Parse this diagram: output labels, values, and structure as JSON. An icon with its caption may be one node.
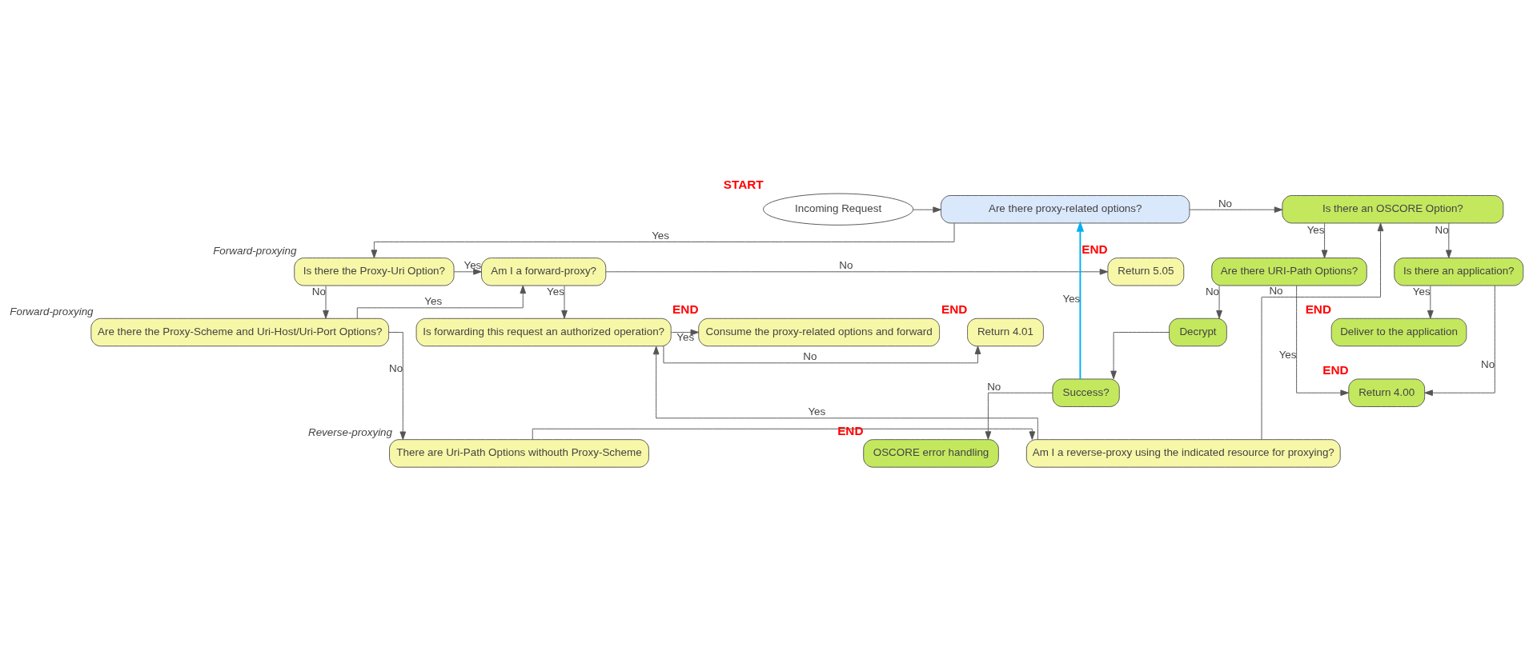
{
  "diagram": {
    "nodes": [
      {
        "text": [
          "Incoming Request"
        ],
        "beside": [
          "START"
        ]
      },
      {
        "text": [
          "Are there proxy-related options?"
        ]
      },
      {
        "text": [
          "Is there the Proxy-Uri Option?"
        ],
        "beside": [
          "Forward-proxying"
        ]
      },
      {
        "text": [
          "Am I a forward-proxy?"
        ]
      },
      {
        "text": [
          "Return 5.05"
        ],
        "beside": [
          "END"
        ]
      },
      {
        "text": [
          "Are there the Proxy-Scheme and Uri-Host/Uri-Port Options?"
        ],
        "beside": [
          "Forward-proxying"
        ]
      },
      {
        "text": [
          "Return 4.01"
        ],
        "beside": [
          "END"
        ]
      },
      {
        "text": [
          "Is forwarding this request an authorized operation?"
        ]
      },
      {
        "text": [
          "Consume the proxy-related options and forward"
        ],
        "beside": [
          "END"
        ]
      },
      {
        "text": [
          "There are Uri-Path Options withouth Proxy-Scheme"
        ],
        "beside": [
          "Reverse-proxying"
        ]
      },
      {
        "text": [
          "Am I a reverse-proxy using the indicated resource for proxying?"
        ]
      },
      {
        "text": [
          "Is there an OSCORE Option?"
        ]
      },
      {
        "text": [
          "Is there an application?"
        ]
      },
      {
        "text": [
          "Are there URI-Path Options?"
        ]
      },
      {
        "text": [
          "Deliver to the application"
        ],
        "beside": [
          "END"
        ]
      },
      {
        "text": [
          "Decrypt"
        ]
      },
      {
        "text": [
          "Return 4.00"
        ],
        "beside": [
          "END"
        ]
      },
      {
        "text": [
          "Success?"
        ]
      },
      {
        "text": [
          "OSCORE error handling"
        ],
        "beside": [
          "END"
        ]
      }
    ],
    "edges": [
      {
        "from": 0,
        "to": 1,
        "arrow": "to"
      },
      {
        "from": 1,
        "to": 11,
        "arrow": "to",
        "label": "No"
      },
      {
        "from": 1,
        "to": 2,
        "arrow": "to",
        "label": "Yes"
      },
      {
        "from": 2,
        "to": 3,
        "arrow": "to",
        "label": "Yes"
      },
      {
        "from": 2,
        "to": 5,
        "arrow": "to",
        "label": "No"
      },
      {
        "from": 5,
        "to": 3,
        "arrow": "to",
        "label": "Yes"
      },
      {
        "from": 3,
        "to": 4,
        "arrow": "to",
        "label": "No"
      },
      {
        "from": 3,
        "to": 7,
        "arrow": "to",
        "label": "Yes"
      },
      {
        "from": 7,
        "to": 6,
        "arrow": "to",
        "label": "No"
      },
      {
        "from": 7,
        "to": 8,
        "arrow": "to",
        "label": "Yes"
      },
      {
        "from": 5,
        "to": 9,
        "arrow": "to",
        "label": "No"
      },
      {
        "from": 9,
        "to": 10,
        "arrow": "to"
      },
      {
        "from": 10,
        "to": 7,
        "arrow": "to",
        "label": "Yes"
      },
      {
        "from": 10,
        "to": 11,
        "arrow": "to",
        "label": "No"
      },
      {
        "from": 11,
        "to": 12,
        "arrow": "to",
        "label": "No"
      },
      {
        "from": 11,
        "to": 13,
        "arrow": "to",
        "label": "Yes"
      },
      {
        "from": 12,
        "to": 14,
        "arrow": "to",
        "label": "Yes"
      },
      {
        "from": 12,
        "to": 16,
        "arrow": "to",
        "label": "No"
      },
      {
        "from": 13,
        "to": 16,
        "arrow": "to",
        "label": "Yes"
      },
      {
        "from": 13,
        "to": 15,
        "arrow": "to",
        "label": "No"
      },
      {
        "from": 15,
        "to": 17,
        "arrow": "to"
      },
      {
        "from": 17,
        "to": 18,
        "arrow": "to",
        "label": "No"
      },
      {
        "from": 17,
        "to": 1,
        "arrow": "to",
        "label": "Yes",
        "color": "#00b0f0"
      }
    ]
  }
}
